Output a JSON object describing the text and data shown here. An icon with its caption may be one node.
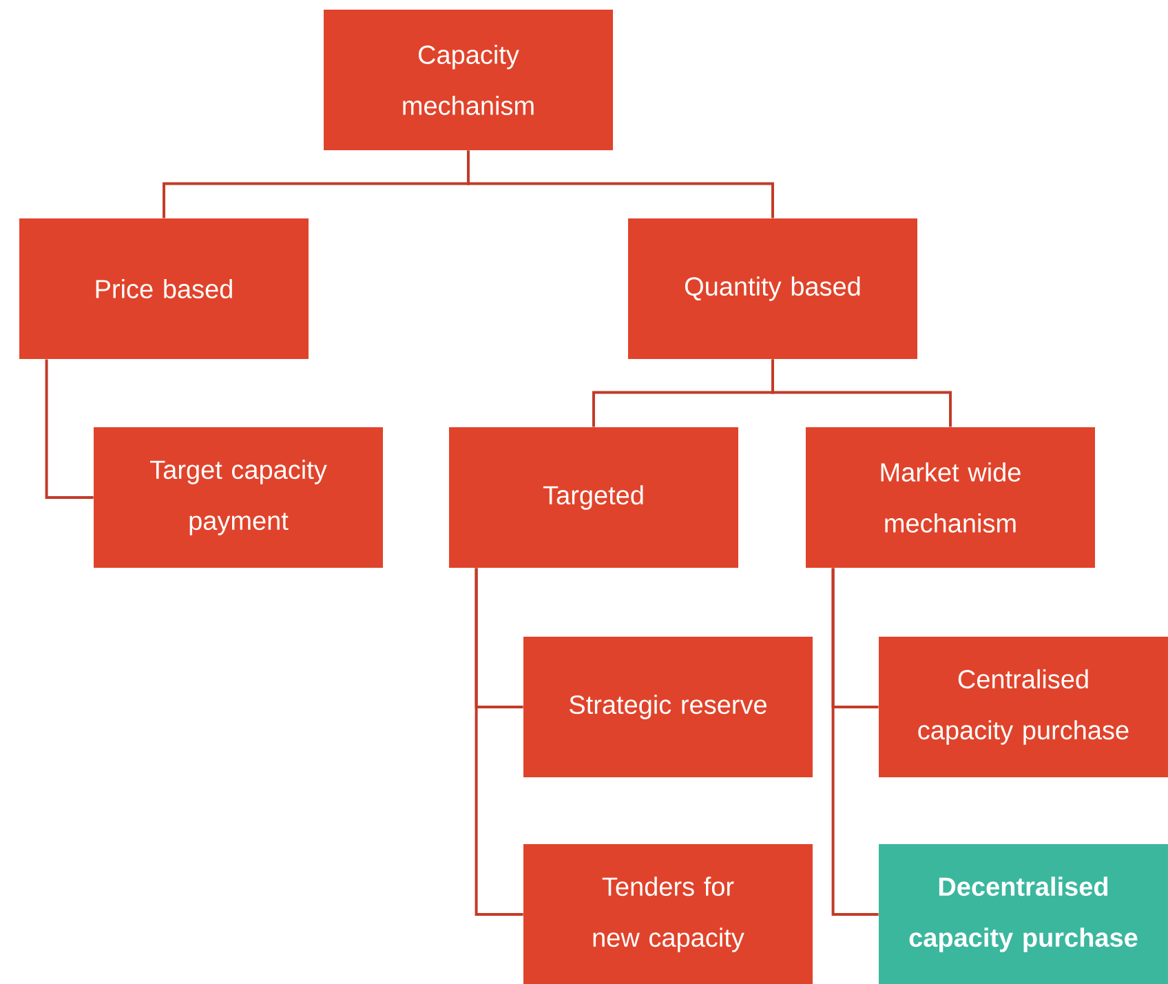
{
  "diagram": {
    "nodes": [
      {
        "text": [
          "Capacity mechanism"
        ]
      },
      {
        "text": [
          "Price based"
        ]
      },
      {
        "text": [
          "Quantity based"
        ]
      },
      {
        "text": [
          "Target capacity payment"
        ]
      },
      {
        "text": [
          "Targeted"
        ]
      },
      {
        "text": [
          "Market wide mechanism"
        ]
      },
      {
        "text": [
          "Strategic reserve"
        ]
      },
      {
        "text": [
          "Centralised capacity purchase"
        ]
      },
      {
        "text": [
          "Tenders for new capacity"
        ]
      },
      {
        "text": [
          "Decentralised capacity purchase"
        ]
      }
    ],
    "edges": [
      {
        "from": 0,
        "to": 1,
        "arrow": "none"
      },
      {
        "from": 0,
        "to": 2,
        "arrow": "none"
      },
      {
        "from": 1,
        "to": 3,
        "arrow": "none"
      },
      {
        "from": 2,
        "to": 4,
        "arrow": "none"
      },
      {
        "from": 2,
        "to": 5,
        "arrow": "none"
      },
      {
        "from": 4,
        "to": 6,
        "arrow": "none"
      },
      {
        "from": 4,
        "to": 8,
        "arrow": "none"
      },
      {
        "from": 5,
        "to": 7,
        "arrow": "none"
      },
      {
        "from": 5,
        "to": 9,
        "arrow": "none"
      }
    ]
  }
}
